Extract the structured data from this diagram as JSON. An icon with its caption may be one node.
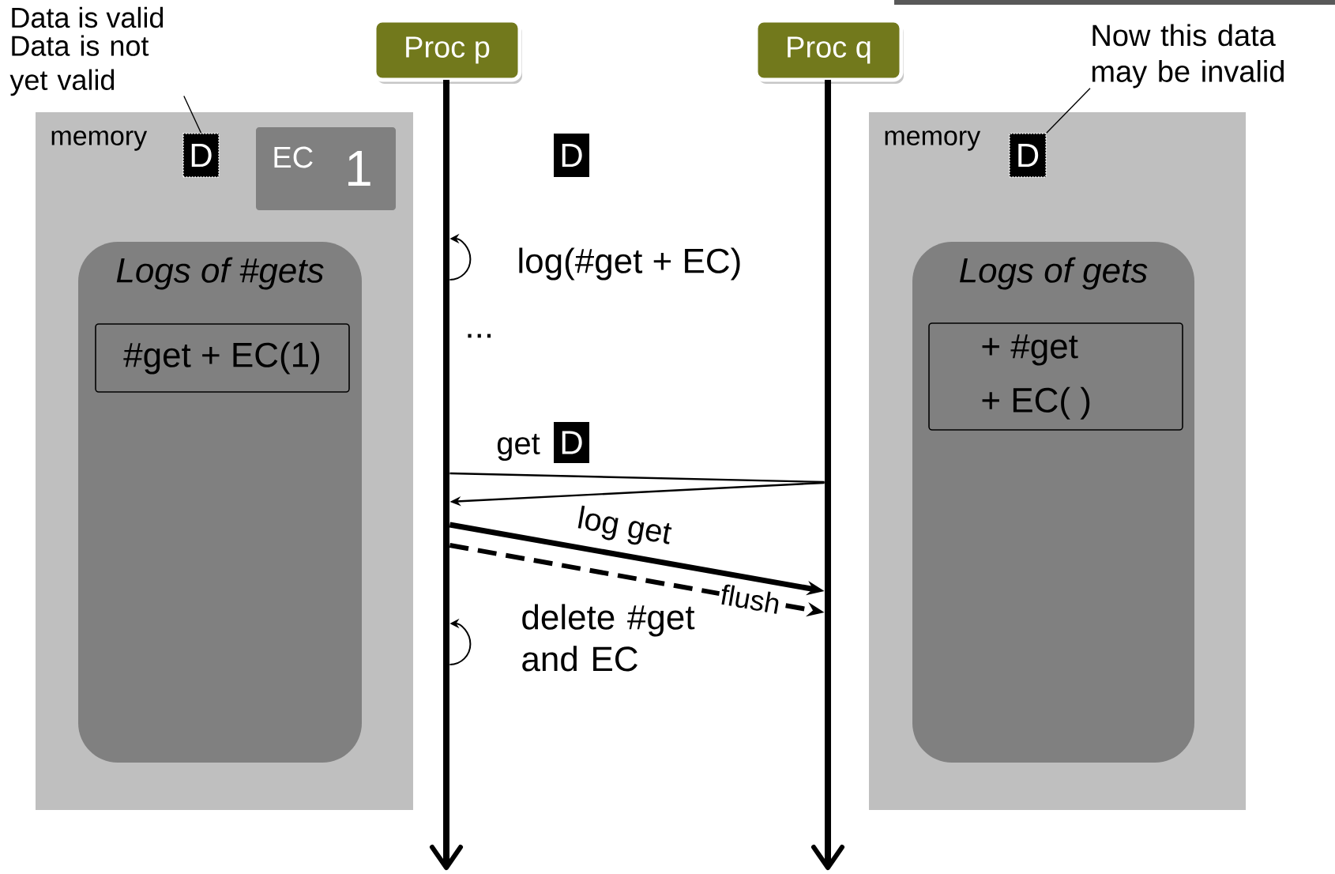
{
  "diagram": {
    "nodes": [
      {
        "text": [
          "Data is not yet valid"
        ]
      },
      {
        "text": [
          "Proc p"
        ]
      },
      {
        "text": [
          "Proc q"
        ]
      },
      {
        "text": [
          "Now this data may be invalid"
        ]
      },
      {
        "text": [
          "memory"
        ]
      },
      {
        "text": [
          "D"
        ],
        "in": 4
      },
      {
        "text": [
          "EC",
          "1"
        ],
        "in": 4
      },
      {
        "text": [
          "Logs of #gets"
        ],
        "in": 4
      },
      {
        "text": [
          "#get + EC(1)"
        ],
        "in": 7
      },
      {
        "text": [
          "D"
        ]
      },
      {
        "text": [
          "memory"
        ]
      },
      {
        "text": [
          "D"
        ],
        "in": 10
      },
      {
        "text": [
          "Logs of gets"
        ],
        "in": 10
      },
      {
        "text": [
          "+ #get",
          "+ EC( )"
        ],
        "in": 12
      },
      {
        "text": [],
        "shape": "bar"
      },
      {
        "text": [],
        "shape": "bar"
      },
      {
        "text": [
          "D"
        ]
      }
    ],
    "edges": [
      {
        "from": 0,
        "to": 5,
        "arrow": "none"
      },
      {
        "from": 3,
        "to": 11,
        "arrow": "none"
      },
      {
        "from": 14,
        "to": 15,
        "arrow": "none",
        "label": "get"
      },
      {
        "from": 15,
        "to": 14,
        "arrow": "to"
      },
      {
        "from": 14,
        "to": 15,
        "arrow": "to",
        "style": "thick",
        "label": "log get"
      },
      {
        "from": 14,
        "to": 15,
        "arrow": "to",
        "style": "dashed",
        "label": "flush"
      },
      {
        "from": 14,
        "to": 14,
        "arrow": "to",
        "label": "log(#get + EC)"
      },
      {
        "from": 14,
        "to": 14,
        "arrow": "to",
        "label": "delete #get and EC"
      }
    ],
    "labels": [
      "Data is valid",
      "..."
    ]
  }
}
